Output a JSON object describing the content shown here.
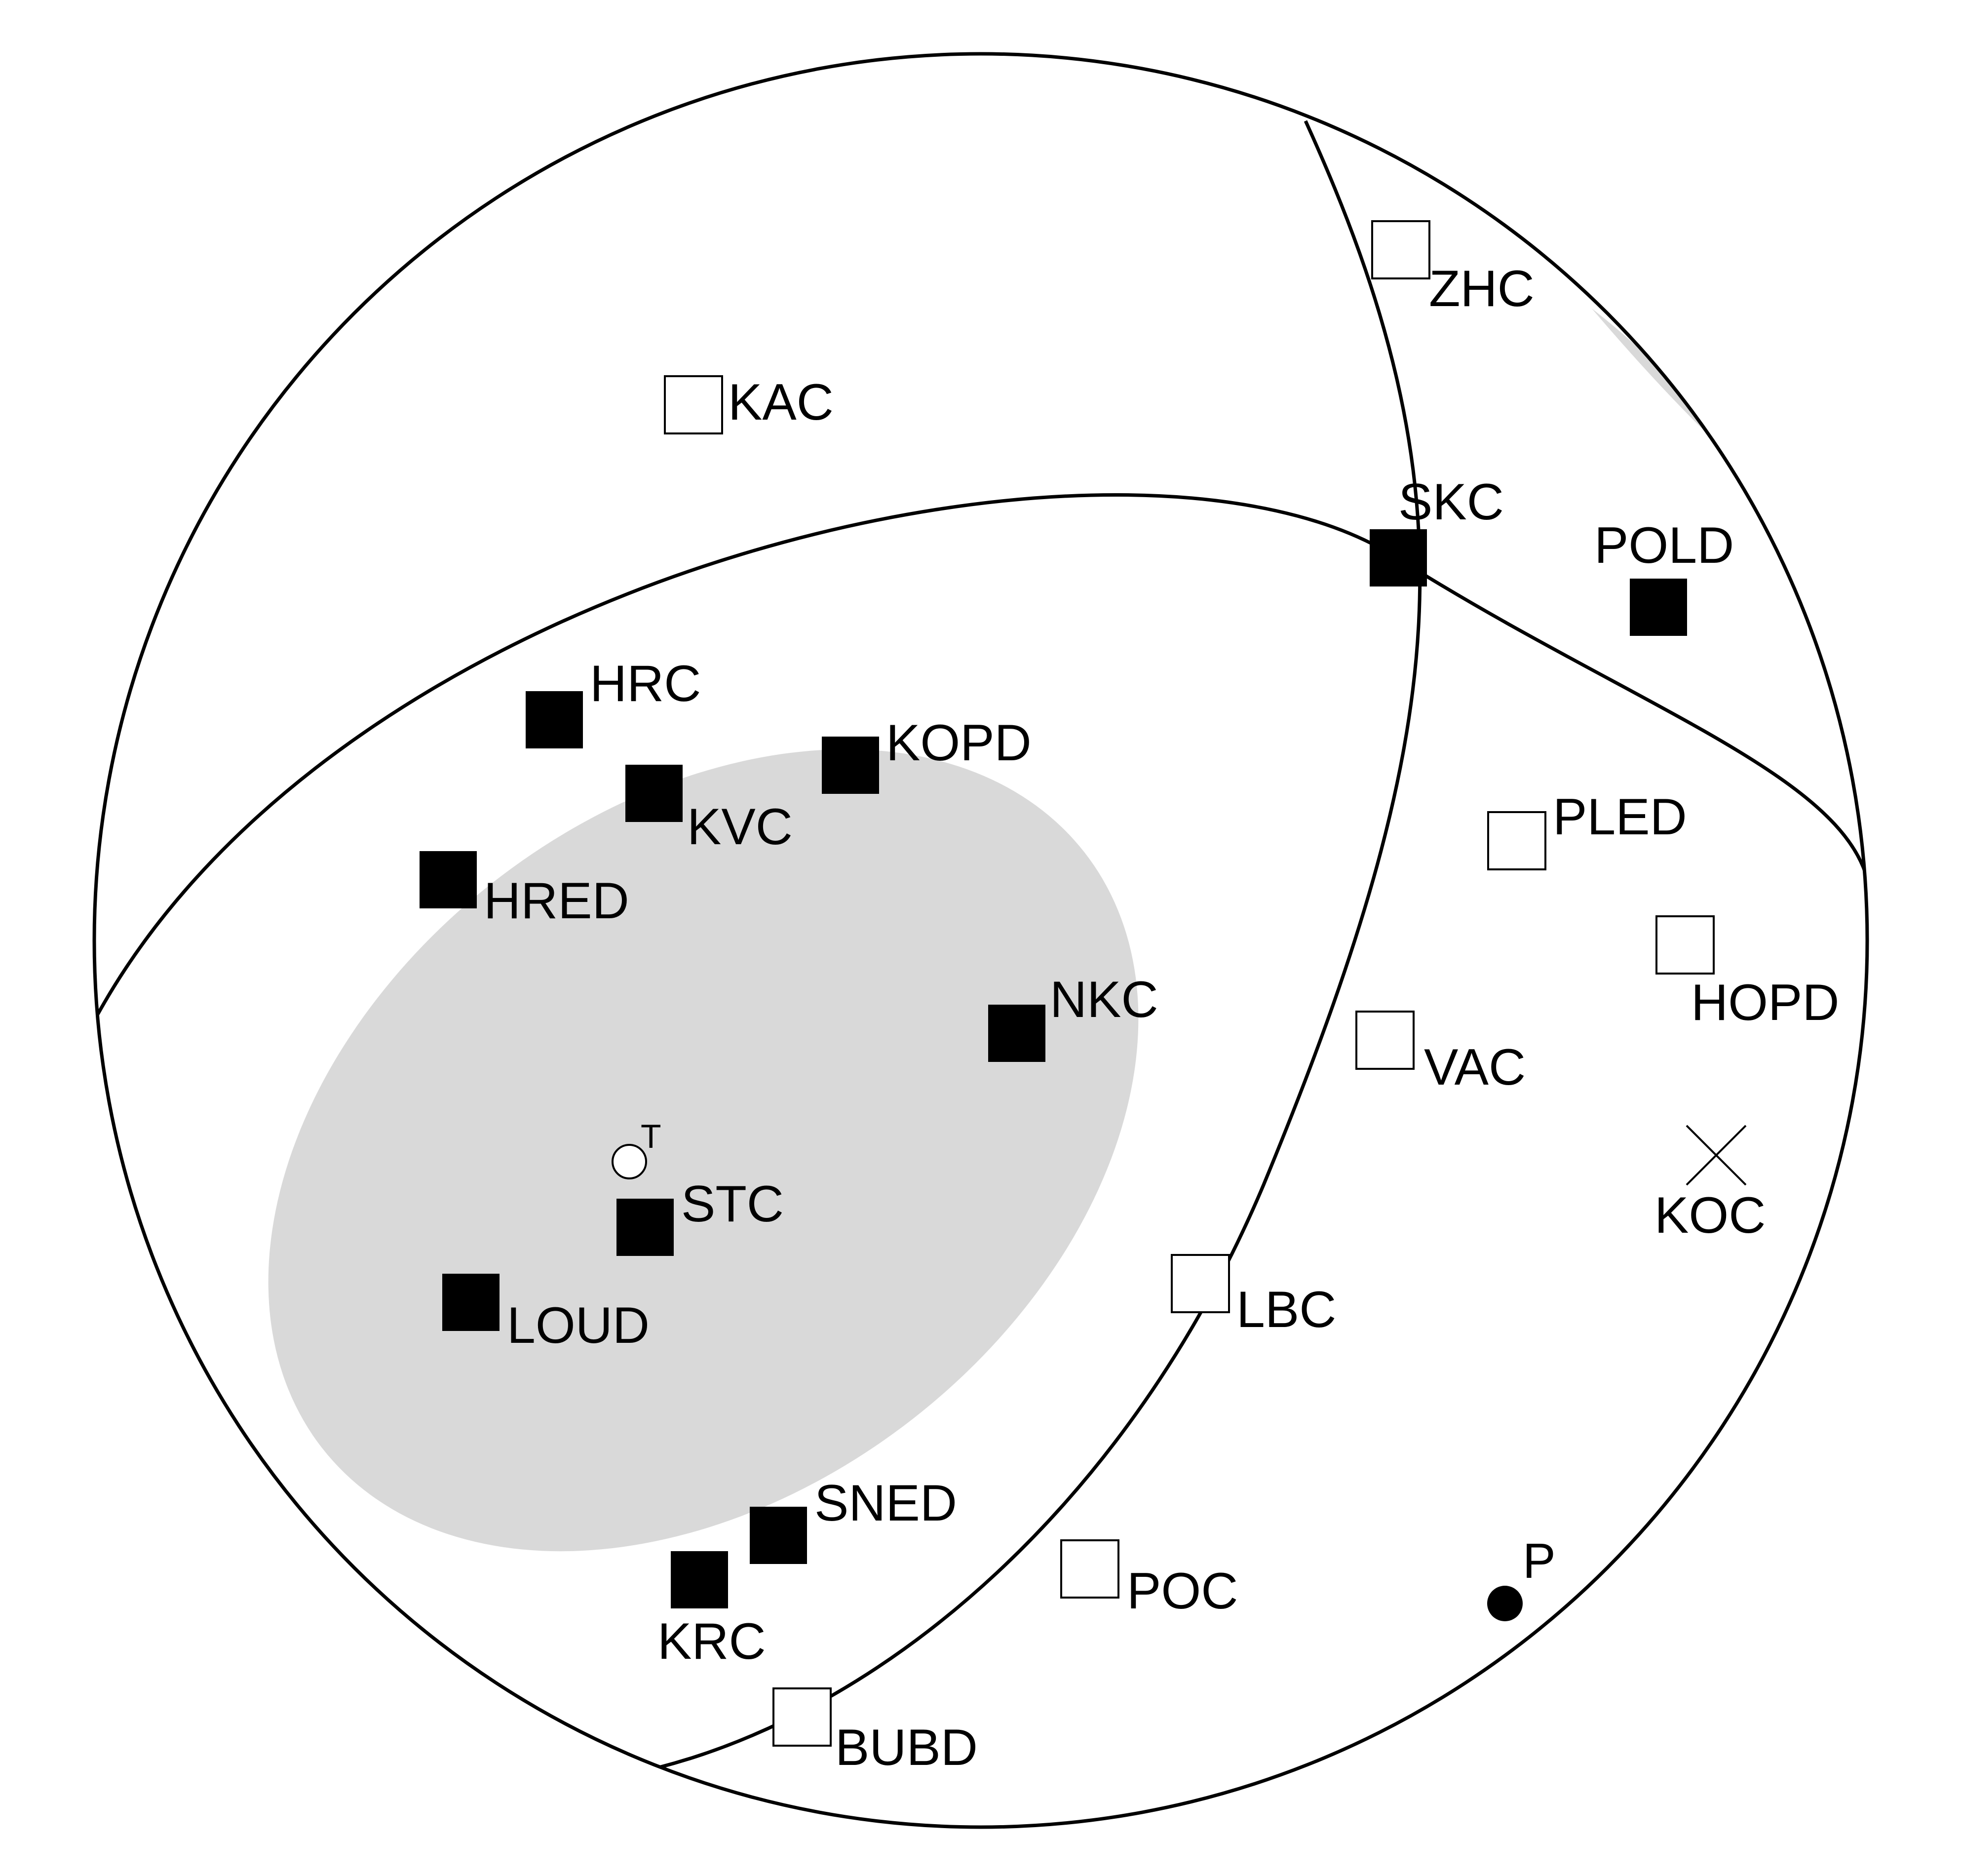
{
  "colors": {
    "background": "#ffffff",
    "stroke": "#000000",
    "shaded_region": "#d9d9d9",
    "compression_marker": "#000000",
    "dilatation_marker": "#ffffff"
  },
  "legend_markers": {
    "filled_square": "compression",
    "open_square": "dilatation",
    "cross": "nodal"
  },
  "axes": {
    "P": {
      "label": "P"
    },
    "T": {
      "label": "T"
    }
  },
  "stations": [
    {
      "id": "ZHC",
      "label": "ZHC",
      "polarity": "open"
    },
    {
      "id": "KAC",
      "label": "KAC",
      "polarity": "open"
    },
    {
      "id": "SKC",
      "label": "SKC",
      "polarity": "filled"
    },
    {
      "id": "POLD",
      "label": "POLD",
      "polarity": "filled"
    },
    {
      "id": "HRC",
      "label": "HRC",
      "polarity": "filled"
    },
    {
      "id": "KOPD",
      "label": "KOPD",
      "polarity": "filled"
    },
    {
      "id": "KVC",
      "label": "KVC",
      "polarity": "filled"
    },
    {
      "id": "HRED",
      "label": "HRED",
      "polarity": "filled"
    },
    {
      "id": "PLED",
      "label": "PLED",
      "polarity": "open"
    },
    {
      "id": "HOPD",
      "label": "HOPD",
      "polarity": "open"
    },
    {
      "id": "NKC",
      "label": "NKC",
      "polarity": "filled"
    },
    {
      "id": "VAC",
      "label": "VAC",
      "polarity": "open"
    },
    {
      "id": "KOC",
      "label": "KOC",
      "polarity": "nodal"
    },
    {
      "id": "STC",
      "label": "STC",
      "polarity": "filled"
    },
    {
      "id": "LOUD",
      "label": "LOUD",
      "polarity": "filled"
    },
    {
      "id": "LBC",
      "label": "LBC",
      "polarity": "open"
    },
    {
      "id": "SNED",
      "label": "SNED",
      "polarity": "filled"
    },
    {
      "id": "KRC",
      "label": "KRC",
      "polarity": "filled"
    },
    {
      "id": "POC",
      "label": "POC",
      "polarity": "open"
    },
    {
      "id": "BUBD",
      "label": "BUBD",
      "polarity": "open"
    }
  ]
}
